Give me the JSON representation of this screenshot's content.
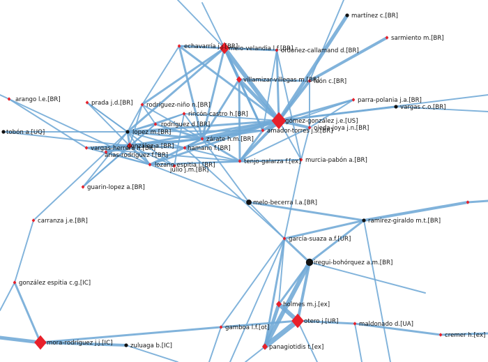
{
  "colors": {
    "edge": "#6fa8d6",
    "node_br": "#e8202a",
    "node_other": "#111111",
    "background": "#ffffff"
  },
  "nodes": [
    {
      "id": "martinez",
      "label": "martínez c.[BR]",
      "shape": "circle",
      "weight": 1
    },
    {
      "id": "sarmiento",
      "label": "sarmiento m.[BR]",
      "shape": "diamond",
      "weight": 1
    },
    {
      "id": "echavarria",
      "label": "echavarría j.j.[BR]",
      "shape": "diamond",
      "weight": 1
    },
    {
      "id": "meloVel",
      "label": "melo-velandia l.f.[BR]",
      "shape": "diamond",
      "weight": 4
    },
    {
      "id": "ordonez",
      "label": "ordoñez-callamand d.[BR]",
      "shape": "diamond",
      "weight": 1
    },
    {
      "id": "villamizar",
      "label": "villamizar-villegas m.[BR]",
      "shape": "diamond",
      "weight": 2
    },
    {
      "id": "leon",
      "label": "león c.[BR]",
      "shape": "diamond",
      "weight": 1
    },
    {
      "id": "arango",
      "label": "arango l.e.[BR]",
      "shape": "diamond",
      "weight": 1
    },
    {
      "id": "prada",
      "label": "prada j.d.[BR]",
      "shape": "diamond",
      "weight": 1
    },
    {
      "id": "rodNino",
      "label": "rodríguez-niño n.[BR]",
      "shape": "diamond",
      "weight": 1
    },
    {
      "id": "parra",
      "label": "parra-polania j.a.[BR]",
      "shape": "diamond",
      "weight": 1
    },
    {
      "id": "vargas",
      "label": "vargas c.o.[BR]",
      "shape": "circle",
      "weight": 1
    },
    {
      "id": "rincon",
      "label": "rincón-castro h.[BR]",
      "shape": "diamond",
      "weight": 1
    },
    {
      "id": "gomez",
      "label": "gómez-gonzález j.e.[US]",
      "shape": "diamond",
      "weight": 6
    },
    {
      "id": "rodD",
      "label": "rodríguez d.[BR]",
      "shape": "diamond",
      "weight": 1
    },
    {
      "id": "ojeda",
      "label": "ojeda-joya j.n.[BR]",
      "shape": "diamond",
      "weight": 1
    },
    {
      "id": "amador",
      "label": "amador-torres j.s.[BR]",
      "shape": "diamond",
      "weight": 1
    },
    {
      "id": "tobon",
      "label": "tobón a.[UQ]",
      "shape": "circle",
      "weight": 1
    },
    {
      "id": "lopez",
      "label": "lopez m.[BR]",
      "shape": "circle",
      "weight": 1
    },
    {
      "id": "vargasH",
      "label": "vargas-herrera h.[BR]",
      "shape": "diamond",
      "weight": 1
    },
    {
      "id": "gonzalez",
      "label": "gonzález a.[BR]",
      "shape": "diamond",
      "weight": 2
    },
    {
      "id": "arias",
      "label": "arias-rodríguez f.[BR]",
      "shape": "diamond",
      "weight": 1
    },
    {
      "id": "hamann",
      "label": "hamann f.[BR]",
      "shape": "diamond",
      "weight": 1
    },
    {
      "id": "zarate",
      "label": "zárate h.m.[BR]",
      "shape": "diamond",
      "weight": 1
    },
    {
      "id": "lozano",
      "label": "lozano-espitia i.[BR]",
      "shape": "diamond",
      "weight": 1
    },
    {
      "id": "julio",
      "label": "julio j.m.[BR]",
      "shape": "diamond",
      "weight": 1
    },
    {
      "id": "tenjo",
      "label": "tenjo-galarza f.[ex]",
      "shape": "diamond",
      "weight": 1
    },
    {
      "id": "murcia",
      "label": "murcia-pabón a.[BR]",
      "shape": "diamond",
      "weight": 1
    },
    {
      "id": "guarin",
      "label": "guarin-lopez a.[BR]",
      "shape": "diamond",
      "weight": 1
    },
    {
      "id": "meloBec",
      "label": "melo-becerra l.a.[BR]",
      "shape": "circle",
      "weight": 2
    },
    {
      "id": "carranza",
      "label": "carranza j.e.[BR]",
      "shape": "diamond",
      "weight": 1
    },
    {
      "id": "ramirez",
      "label": "ramirez-giraldo m.t.[BR]",
      "shape": "circle",
      "weight": 1
    },
    {
      "id": "rightBR",
      "label": "",
      "shape": "diamond",
      "weight": 1
    },
    {
      "id": "garcia",
      "label": "garcía-suaza a.f.[UR]",
      "shape": "diamond",
      "weight": 1
    },
    {
      "id": "iregui",
      "label": "iregui-bohórquez a.m.[BR]",
      "shape": "circle",
      "weight": 3
    },
    {
      "id": "gonzalezE",
      "label": "gonzález espitia c.g.[IC]",
      "shape": "diamond",
      "weight": 1
    },
    {
      "id": "holmes",
      "label": "holmes m.j.[ex]",
      "shape": "diamond",
      "weight": 2
    },
    {
      "id": "otero",
      "label": "otero j.[UR]",
      "shape": "diamond",
      "weight": 5
    },
    {
      "id": "maldonado",
      "label": "maldonado d.[UA]",
      "shape": "diamond",
      "weight": 1
    },
    {
      "id": "gamboa",
      "label": "gamboa l.f.[ot]",
      "shape": "diamond",
      "weight": 1
    },
    {
      "id": "cremer",
      "label": "cremer h.[ex]",
      "shape": "diamond",
      "weight": 1
    },
    {
      "id": "mora",
      "label": "mora-rodríguez j.j.[IC]",
      "shape": "diamond",
      "weight": 5
    },
    {
      "id": "zuluaga",
      "label": "zuluaga b.[IC]",
      "shape": "circle",
      "weight": 1
    },
    {
      "id": "panagiotidis",
      "label": "panagiotidis t.[ex]",
      "shape": "diamond",
      "weight": 2
    }
  ],
  "edges": [
    [
      "meloVel",
      "echavarria",
      2
    ],
    [
      "meloVel",
      "ordonez",
      2
    ],
    [
      "meloVel",
      "villamizar",
      3
    ],
    [
      "meloVel",
      "gomez",
      5
    ],
    [
      "meloVel",
      "rodNino",
      2
    ],
    [
      "meloVel",
      "lopez",
      2
    ],
    [
      "meloVel",
      "amador",
      2
    ],
    [
      "meloVel",
      "zarate",
      2
    ],
    [
      "echavarria",
      "ordonez",
      1
    ],
    [
      "echavarria",
      "zarate",
      2
    ],
    [
      "echavarria",
      "gomez",
      2
    ],
    [
      "echavarria",
      "rodNino",
      1
    ],
    [
      "ordonez",
      "gomez",
      2
    ],
    [
      "ordonez",
      "amador",
      1
    ],
    [
      "ordonez",
      "murcia",
      1
    ],
    [
      "martinez",
      "gomez",
      4
    ],
    [
      "sarmiento",
      "leon",
      3
    ],
    [
      "leon",
      "gomez",
      3
    ],
    [
      "leon",
      "villamizar",
      2
    ],
    [
      "leon",
      "ojeda",
      1
    ],
    [
      "villamizar",
      "gomez",
      4
    ],
    [
      "villamizar",
      "amador",
      2
    ],
    [
      "villamizar",
      "tenjo",
      2
    ],
    [
      "villamizar",
      "zarate",
      2
    ],
    [
      "parra",
      "gomez",
      2
    ],
    [
      "parra",
      "ojeda",
      1
    ],
    [
      "parra",
      "amador",
      1
    ],
    [
      "vargas",
      "gomez",
      2
    ],
    [
      "gomez",
      "ojeda",
      3
    ],
    [
      "gomez",
      "amador",
      3
    ],
    [
      "gomez",
      "zarate",
      4
    ],
    [
      "gomez",
      "tenjo",
      3
    ],
    [
      "gomez",
      "hamann",
      2
    ],
    [
      "gomez",
      "lozano",
      2
    ],
    [
      "gomez",
      "murcia",
      1
    ],
    [
      "gomez",
      "lopez",
      2
    ],
    [
      "gomez",
      "gonzalez",
      2
    ],
    [
      "gomez",
      "rincon",
      1
    ],
    [
      "amador",
      "zarate",
      2
    ],
    [
      "amador",
      "tenjo",
      2
    ],
    [
      "amador",
      "lopez",
      1
    ],
    [
      "ojeda",
      "tenjo",
      1
    ],
    [
      "ojeda",
      "murcia",
      1
    ],
    [
      "arango",
      "lozano",
      1
    ],
    [
      "arango",
      "vargasH",
      1
    ],
    [
      "prada",
      "lopez",
      1
    ],
    [
      "prada",
      "gonzalez",
      1
    ],
    [
      "prada",
      "julio",
      1
    ],
    [
      "rodNino",
      "lopez",
      1
    ],
    [
      "rodNino",
      "rodD",
      1
    ],
    [
      "rodNino",
      "zarate",
      1
    ],
    [
      "rodNino",
      "gonzalez",
      1
    ],
    [
      "rincon",
      "rodD",
      1
    ],
    [
      "rincon",
      "lopez",
      1
    ],
    [
      "rincon",
      "zarate",
      1
    ],
    [
      "rincon",
      "julio",
      1
    ],
    [
      "rodD",
      "lopez",
      1
    ],
    [
      "rodD",
      "zarate",
      2
    ],
    [
      "rodD",
      "gonzalez",
      1
    ],
    [
      "tobon",
      "lopez",
      1
    ],
    [
      "tobon",
      "gonzalez",
      1
    ],
    [
      "lopez",
      "gonzalez",
      2
    ],
    [
      "lopez",
      "zarate",
      2
    ],
    [
      "lopez",
      "hamann",
      1
    ],
    [
      "lopez",
      "lozano",
      1
    ],
    [
      "vargasH",
      "gonzalez",
      2
    ],
    [
      "vargasH",
      "lozano",
      1
    ],
    [
      "vargasH",
      "zarate",
      1
    ],
    [
      "vargasH",
      "tenjo",
      1
    ],
    [
      "gonzalez",
      "arias",
      2
    ],
    [
      "gonzalez",
      "hamann",
      2
    ],
    [
      "gonzalez",
      "zarate",
      2
    ],
    [
      "gonzalez",
      "lozano",
      2
    ],
    [
      "gonzalez",
      "julio",
      1
    ],
    [
      "arias",
      "zarate",
      1
    ],
    [
      "arias",
      "lozano",
      1
    ],
    [
      "hamann",
      "zarate",
      1
    ],
    [
      "hamann",
      "tenjo",
      1
    ],
    [
      "zarate",
      "tenjo",
      2
    ],
    [
      "zarate",
      "lozano",
      2
    ],
    [
      "zarate",
      "meloBec",
      1
    ],
    [
      "lozano",
      "tenjo",
      1
    ],
    [
      "lozano",
      "murcia",
      1
    ],
    [
      "lozano",
      "meloBec",
      1
    ],
    [
      "guarin",
      "gonzalez",
      1
    ],
    [
      "guarin",
      "lopez",
      1
    ],
    [
      "guarin",
      "rodD",
      1
    ],
    [
      "tenjo",
      "murcia",
      1
    ],
    [
      "murcia",
      "garcia",
      1
    ],
    [
      "meloBec",
      "ramirez",
      2
    ],
    [
      "meloBec",
      "garcia",
      1
    ],
    [
      "hamann",
      "garcia",
      1
    ],
    [
      "carranza",
      "lopez",
      1
    ],
    [
      "ramirez",
      "rightBR",
      3
    ],
    [
      "ramirez",
      "garcia",
      2
    ],
    [
      "ramirez",
      "iregui",
      2
    ],
    [
      "garcia",
      "iregui",
      2
    ],
    [
      "garcia",
      "gamboa",
      1
    ],
    [
      "garcia",
      "holmes",
      1
    ],
    [
      "garcia",
      "panagiotidis",
      2
    ],
    [
      "iregui",
      "holmes",
      2
    ],
    [
      "iregui",
      "otero",
      3
    ],
    [
      "iregui",
      "panagiotidis",
      5
    ],
    [
      "holmes",
      "otero",
      5
    ],
    [
      "holmes",
      "panagiotidis",
      4
    ],
    [
      "otero",
      "panagiotidis",
      6
    ],
    [
      "otero",
      "gamboa",
      2
    ],
    [
      "otero",
      "maldonado",
      2
    ],
    [
      "maldonado",
      "cremer",
      2
    ],
    [
      "gamboa",
      "mora",
      2
    ],
    [
      "mora",
      "zuluaga",
      3
    ],
    [
      "mora",
      "gonzalezE",
      2
    ],
    [
      "gonzalezE",
      "carranza",
      1
    ]
  ]
}
